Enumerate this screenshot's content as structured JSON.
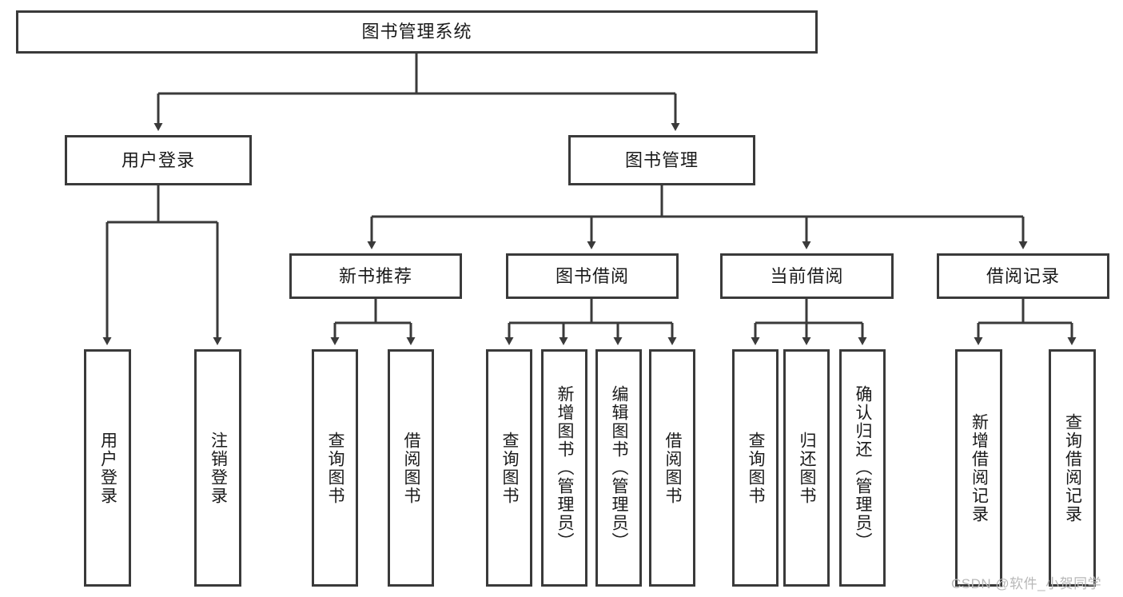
{
  "diagram": {
    "type": "tree-hierarchy",
    "title": "图书管理系统",
    "orientation": "top-down",
    "colors": {
      "box_border": "#3a3a3a",
      "box_fill": "#ffffff",
      "connector": "#3a3a3a",
      "text": "#1a1a1a",
      "watermark": "#b8b8b8"
    },
    "root": {
      "label": "图书管理系统"
    },
    "level2": [
      {
        "label": "用户登录"
      },
      {
        "label": "图书管理"
      }
    ],
    "level3": [
      {
        "label": "新书推荐"
      },
      {
        "label": "图书借阅"
      },
      {
        "label": "当前借阅"
      },
      {
        "label": "借阅记录"
      }
    ],
    "leaves_user_login": [
      {
        "label": "用户登录"
      },
      {
        "label": "注销登录"
      }
    ],
    "leaves_new_book": [
      {
        "label": "查询图书"
      },
      {
        "label": "借阅图书"
      }
    ],
    "leaves_borrow": [
      {
        "label": "查询图书"
      },
      {
        "label": "新增图书（管理员）"
      },
      {
        "label": "编辑图书（管理员）"
      },
      {
        "label": "借阅图书"
      }
    ],
    "leaves_current": [
      {
        "label": "查询图书"
      },
      {
        "label": "归还图书"
      },
      {
        "label": "确认归还（管理员）"
      }
    ],
    "leaves_records": [
      {
        "label": "新增借阅记录"
      },
      {
        "label": "查询借阅记录"
      }
    ]
  },
  "watermark": {
    "text": "CSDN @软件_小贺同学"
  }
}
